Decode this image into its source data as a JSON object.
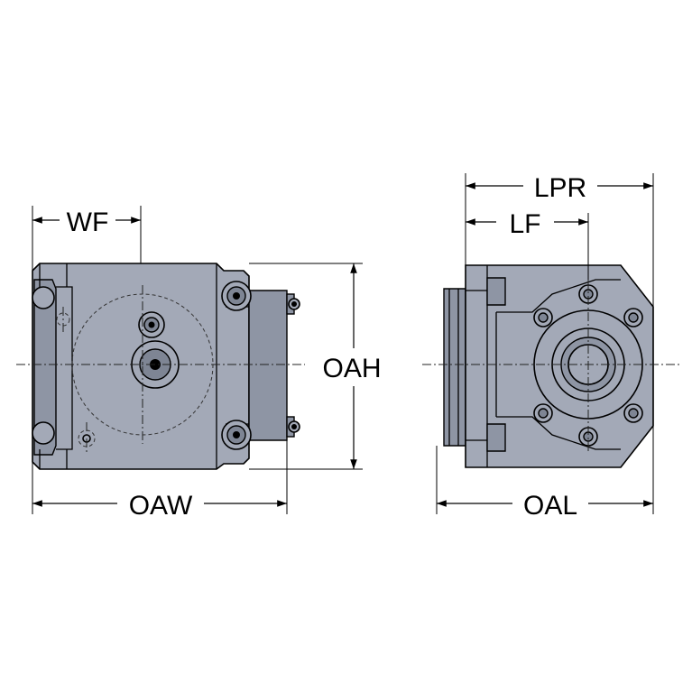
{
  "colors": {
    "body": "#a3a9b7",
    "body_dark": "#8e95a4",
    "lines": "#000000",
    "background": "#ffffff"
  },
  "dimensions": {
    "wf": "WF",
    "oaw": "OAW",
    "oah": "OAH",
    "lpr": "LPR",
    "lf": "LF",
    "oal": "OAL"
  }
}
